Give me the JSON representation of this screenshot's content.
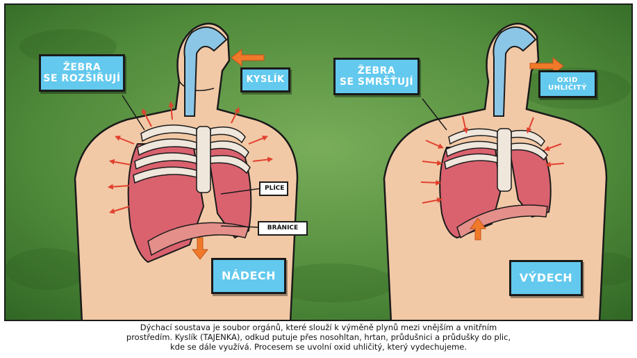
{
  "left": {
    "ribs_label": [
      "ŽEBRA",
      "SE ROZŠIŘUJÍ"
    ],
    "gas_label": "KYSLÍK",
    "lungs_label": "PLÍCE",
    "diaphragm_label": "BRÁNICE",
    "phase_label": "NÁDECH"
  },
  "right": {
    "ribs_label": [
      "ŽEBRA",
      "SE SMRŠŤUJÍ"
    ],
    "gas_label": [
      "OXID",
      "UHLIČITÝ"
    ],
    "phase_label": "VÝDECH"
  },
  "caption": [
    "Dýchací soustava je soubor orgánů, které slouží k výměně plynů mezi vnějším a vnitřním",
    "prostředím. Kyslík (TAJENKA), odkud putuje přes nosohltan, hrtan, průdušnici a průdušky do plic,",
    "kde se dále využívá. Procesem se uvolní oxid uhličitý, který vydechujeme."
  ],
  "colors": {
    "background_green": "#4f8a3a",
    "skin": "#f2c9a6",
    "lung": "#d9626e",
    "rib": "#efe6dc",
    "airway": "#8cc6e6",
    "label_blue": "#63c9ee",
    "arrow_orange": "#f07a2a",
    "arrow_red": "#e0412f"
  }
}
